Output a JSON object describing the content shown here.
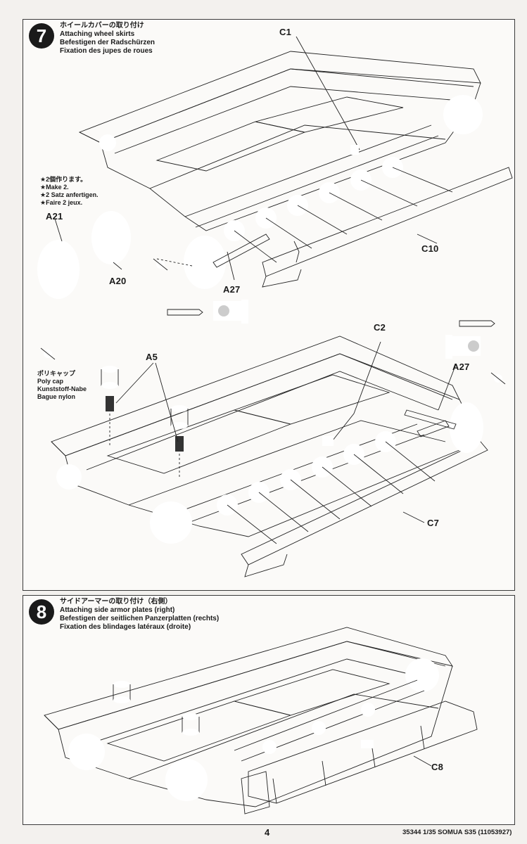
{
  "step7": {
    "number": "7",
    "title_jp": "ホイールカバーの取り付け",
    "title_en": "Attaching wheel skirts",
    "title_de": "Befestigen der Radschürzen",
    "title_fr": "Fixation des jupes de roues",
    "make_note": [
      "★2個作ります。",
      "★Make 2.",
      "★2 Satz anfertigen.",
      "★Faire 2 jeux."
    ],
    "polycap_note": [
      "ポリキャップ",
      "Poly cap",
      "Kunststoff-Nabe",
      "Bague nylon"
    ],
    "parts": {
      "c1": "C1",
      "c10": "C10",
      "a21": "A21",
      "a20": "A20",
      "a27_top": "A27",
      "c2": "C2",
      "a5": "A5",
      "a27_bottom": "A27",
      "c7": "C7"
    }
  },
  "step8": {
    "number": "8",
    "title_jp": "サイドアーマーの取り付け（右側）",
    "title_en": "Attaching side armor plates (right)",
    "title_de": "Befestigen der seitlichen Panzerplatten (rechts)",
    "title_fr": "Fixation des blindages latéraux (droite)",
    "parts": {
      "c8": "C8"
    }
  },
  "footer": {
    "page_number": "4",
    "product_code": "35344  1/35 SOMUA S35 (11053927)"
  }
}
